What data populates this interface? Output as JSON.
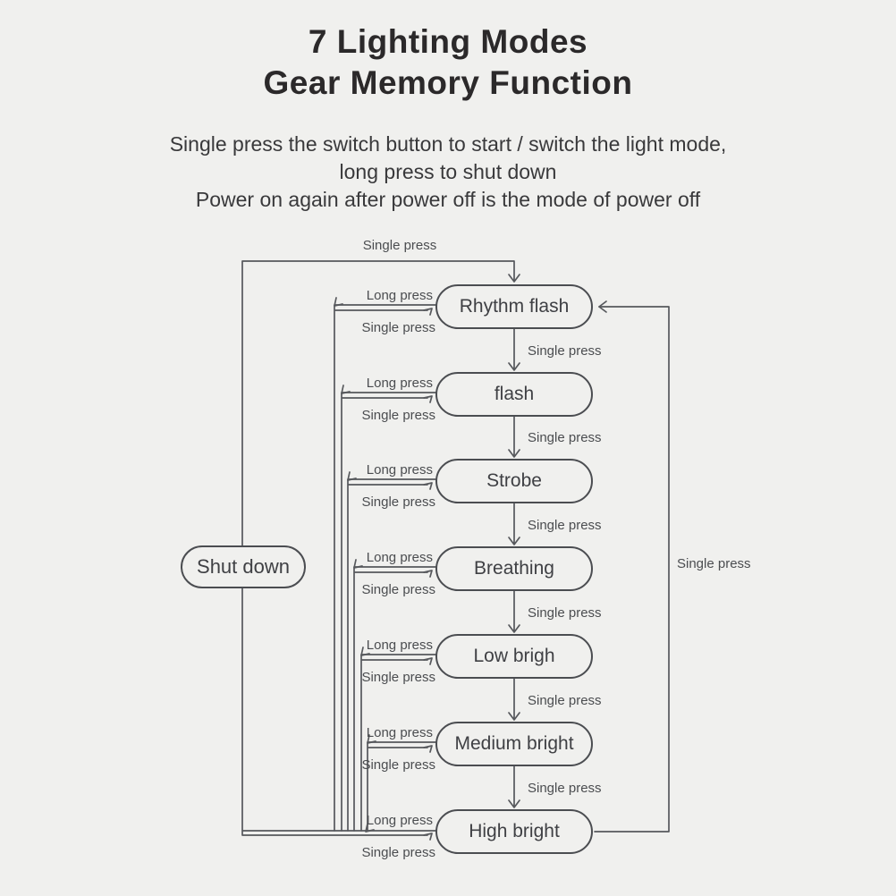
{
  "title": {
    "line1": "7 Lighting Modes",
    "line2": "Gear Memory Function"
  },
  "subtitle": {
    "line1": "Single press the switch button to start / switch the light mode,",
    "line2": "long press to shut down",
    "line3": "Power on again after power off is the mode of power off"
  },
  "diagram": {
    "press_labels": {
      "single": "Single press",
      "long": "Long press"
    },
    "shutdown": {
      "label": "Shut down"
    },
    "modes": [
      {
        "label": "Rhythm flash"
      },
      {
        "label": "flash"
      },
      {
        "label": "Strobe"
      },
      {
        "label": "Breathing"
      },
      {
        "label": "Low brigh"
      },
      {
        "label": "Medium bright"
      },
      {
        "label": "High bright"
      }
    ],
    "colors": {
      "background": "#f0f0ee",
      "line": "#56585c",
      "box_border": "#4b4d51",
      "title_text": "#2b292a",
      "body_text": "#39393b",
      "label_text": "#4b4d50"
    }
  }
}
